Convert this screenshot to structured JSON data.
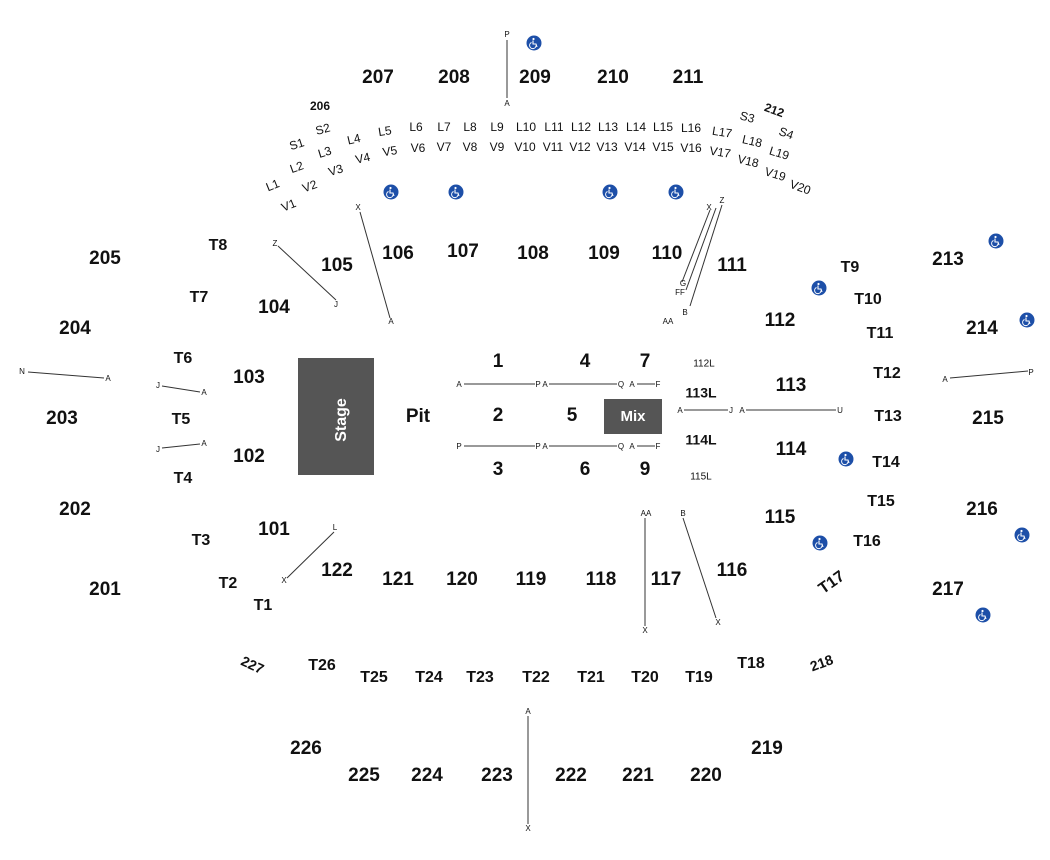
{
  "stage": {
    "label": "Stage"
  },
  "mix": {
    "label": "Mix"
  },
  "pit": {
    "label": "Pit"
  },
  "sections_200": [
    "201",
    "202",
    "203",
    "204",
    "205",
    "206",
    "207",
    "208",
    "209",
    "210",
    "211",
    "212",
    "213",
    "214",
    "215",
    "216",
    "217",
    "218",
    "219",
    "220",
    "221",
    "222",
    "223",
    "224",
    "225",
    "226",
    "227"
  ],
  "sections_100": [
    "101",
    "102",
    "103",
    "104",
    "105",
    "106",
    "107",
    "108",
    "109",
    "110",
    "111",
    "112",
    "113",
    "114",
    "115",
    "116",
    "117",
    "118",
    "119",
    "120",
    "121",
    "122"
  ],
  "floor_sections": [
    "1",
    "2",
    "3",
    "4",
    "5",
    "6",
    "7",
    "9"
  ],
  "floor_rows": [
    "112L",
    "113L",
    "114L",
    "115L"
  ],
  "table_sections": [
    "T1",
    "T2",
    "T3",
    "T4",
    "T5",
    "T6",
    "T7",
    "T8",
    "T9",
    "T10",
    "T11",
    "T12",
    "T13",
    "T14",
    "T15",
    "T16",
    "T17",
    "T18",
    "T19",
    "T20",
    "T21",
    "T22",
    "T23",
    "T24",
    "T25",
    "T26"
  ],
  "loge_boxes": [
    "S1",
    "S2",
    "S3",
    "S4",
    "L1",
    "L2",
    "L3",
    "L4",
    "L5",
    "L6",
    "L7",
    "L8",
    "L9",
    "L10",
    "L11",
    "L12",
    "L13",
    "L14",
    "L15",
    "L16",
    "L17",
    "L18",
    "L19",
    "V1",
    "V2",
    "V3",
    "V4",
    "V5",
    "V6",
    "V7",
    "V8",
    "V9",
    "V10",
    "V11",
    "V12",
    "V13",
    "V14",
    "V15",
    "V16",
    "V17",
    "V18",
    "V19",
    "V20"
  ],
  "row_markers": [
    "P",
    "A",
    "N",
    "A",
    "J",
    "A",
    "J",
    "A",
    "Z",
    "J",
    "X",
    "A",
    "X",
    "Z",
    "G",
    "FF",
    "AA",
    "B",
    "A",
    "P",
    "A",
    "P",
    "Q",
    "A",
    "F",
    "A",
    "J",
    "A",
    "U",
    "A",
    "P",
    "A",
    "P",
    "Q",
    "A",
    "F",
    "L",
    "X",
    "AA",
    "B",
    "X",
    "X",
    "A",
    "X"
  ],
  "wheelchair_icon": "wheelchair-icon",
  "colors": {
    "block": "#555555",
    "wheelchair": "#1d4fa8",
    "text": "#111111"
  }
}
